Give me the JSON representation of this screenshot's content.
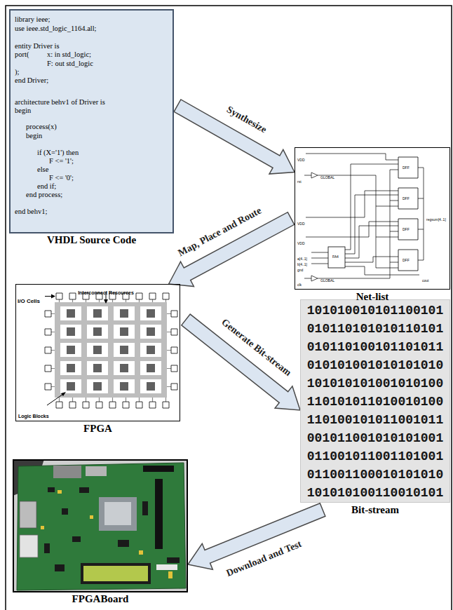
{
  "diagram": {
    "nodes": [
      {
        "text": [
          "library ieee;",
          "use ieee.std_logic_1164.all;",
          "entity Driver is",
          "port(",
          "x: in std_logic;",
          "F: out std_logic",
          ");",
          "end Driver;",
          "architecture behv1 of Driver is",
          "begin",
          "process(x)",
          "begin",
          "if (X='1') then",
          "F <= '1';",
          "else",
          "F <= '0';",
          "end if;",
          "end process;",
          "end behv1;",
          "VHDL Source Code"
        ]
      },
      {
        "text": [
          "Net-list"
        ]
      },
      {
        "text": [
          "FPGA"
        ]
      },
      {
        "text": [
          "101010010101100101",
          "010110101010110101",
          "010110100101101011",
          "010101001010101010",
          "101010101001010100",
          "110101011010010100",
          "110100101011001011",
          "001011001010101001",
          "011001011001101001",
          "011001100010101010",
          "101010100110010101",
          "Bit-stream"
        ]
      },
      {
        "text": [
          "FPGABoard"
        ]
      }
    ],
    "edges": [
      {
        "from": 0,
        "to": 1,
        "arrow": "to",
        "label": "Synthesize"
      },
      {
        "from": 1,
        "to": 2,
        "arrow": "to",
        "label": "Map, Place and Route"
      },
      {
        "from": 2,
        "to": 3,
        "arrow": "to",
        "label": "Generate Bit-stream"
      },
      {
        "from": 3,
        "to": 4,
        "arrow": "to",
        "label": "Download and Test"
      }
    ],
    "labels": [
      "VDD",
      "rst",
      "GLOBAL",
      "VDD",
      "VDD",
      "a[4..1]",
      "b[4..1]",
      "gnd",
      "clk",
      "GLOBAL",
      "DFF",
      "DFF",
      "DFF",
      "DFF",
      "FA4",
      "regsum[4..1]",
      "cout",
      "Interconnect Resources",
      "I/O Cells",
      "Logic Blocks"
    ]
  }
}
